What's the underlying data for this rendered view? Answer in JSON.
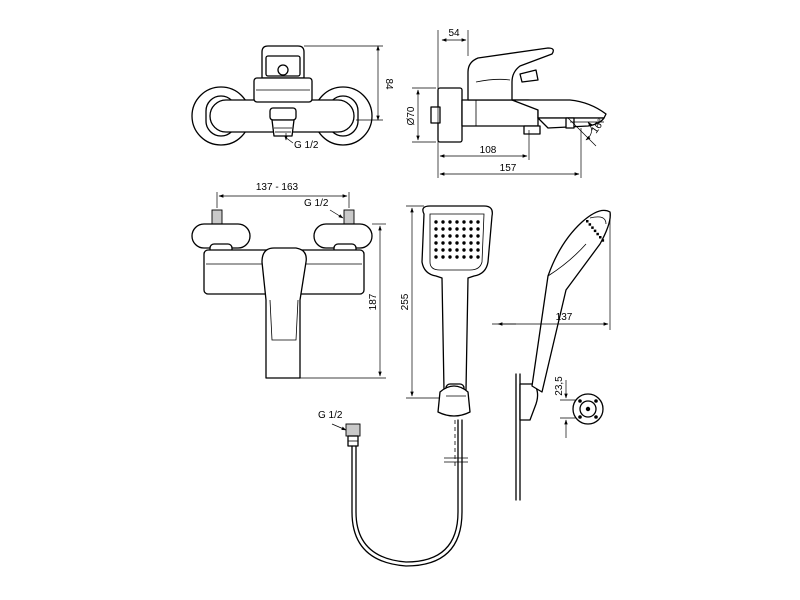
{
  "labels": {
    "top_height": "84",
    "top_thread": "G 1/2",
    "side_width": "54",
    "side_diameter": "Ø70",
    "side_angle": "16°",
    "side_depth_body": "108",
    "side_depth_total": "157",
    "front_centers": "137 - 163",
    "front_thread": "G 1/2",
    "front_height": "187",
    "hand_shower_length": "255",
    "holder_projection": "137",
    "holder_height": "23,5",
    "hose_thread": "G 1/2"
  }
}
